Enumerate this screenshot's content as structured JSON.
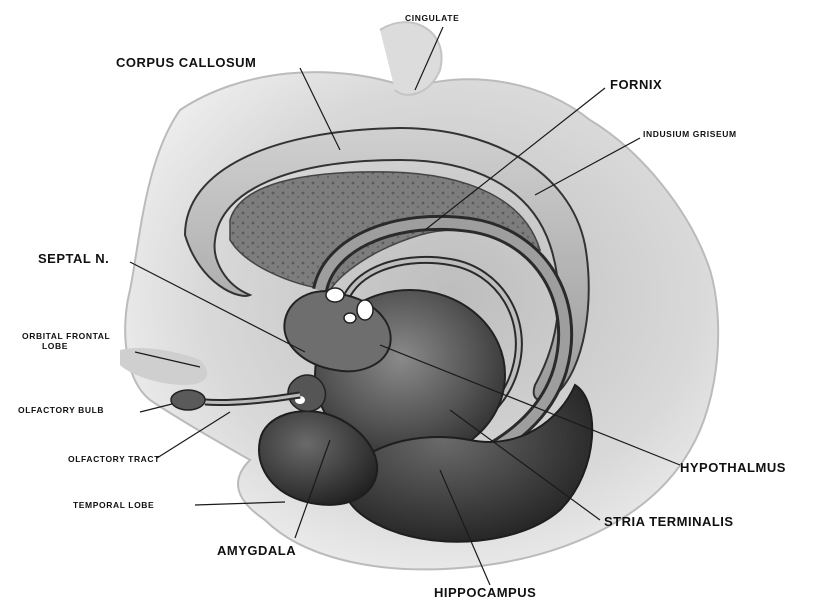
{
  "labels": {
    "cingulate": "CINGULATE",
    "corpus_callosum": "CORPUS CALLOSUM",
    "fornix": "FORNIX",
    "indusium_griseum": "INDUSIUM GRISEUM",
    "septal_n": "SEPTAL N.",
    "orbital_frontal_lobe_line1": "ORBITAL FRONTAL",
    "orbital_frontal_lobe_line2": "LOBE",
    "olfactory_bulb": "OLFACTORY BULB",
    "olfactory_tract": "OLFACTORY TRACT",
    "temporal_lobe": "TEMPORAL LOBE",
    "amygdala": "AMYGDALA",
    "hippocampus": "HIPPOCAMPUS",
    "hypothalmus": "HYPOTHALMUS",
    "stria_terminalis": "STRIA TERMINALIS"
  },
  "colors": {
    "background": "#ffffff",
    "cortex_shading": "#d6d6d6",
    "dark_structures": "#3a3a3a",
    "ink": "#111111"
  }
}
